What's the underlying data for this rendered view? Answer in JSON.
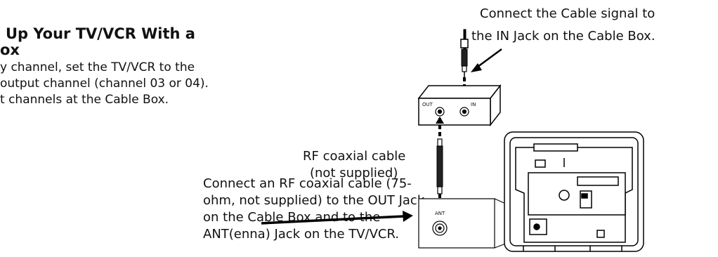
{
  "heading": {
    "line1": "Up Your TV/VCR With a",
    "line2": "ox"
  },
  "intro": {
    "line1": "y channel, set the TV/VCR to the",
    "line2": "output channel (channel 03 or 04).",
    "line3": "t channels at the Cable Box."
  },
  "callouts": {
    "cable_in": [
      "Connect the Cable signal to",
      "the IN Jack on the Cable Box."
    ],
    "rf_cable": [
      "RF coaxial cable",
      "(not supplied)"
    ],
    "out_jack": [
      "Connect an RF coaxial cable (75-",
      "ohm, not supplied) to the OUT Jack",
      "on the Cable Box and to the",
      "ANT(enna) Jack on the TV/VCR."
    ]
  },
  "device_labels": {
    "out": "OUT",
    "in": "IN",
    "ant": "ANT"
  }
}
